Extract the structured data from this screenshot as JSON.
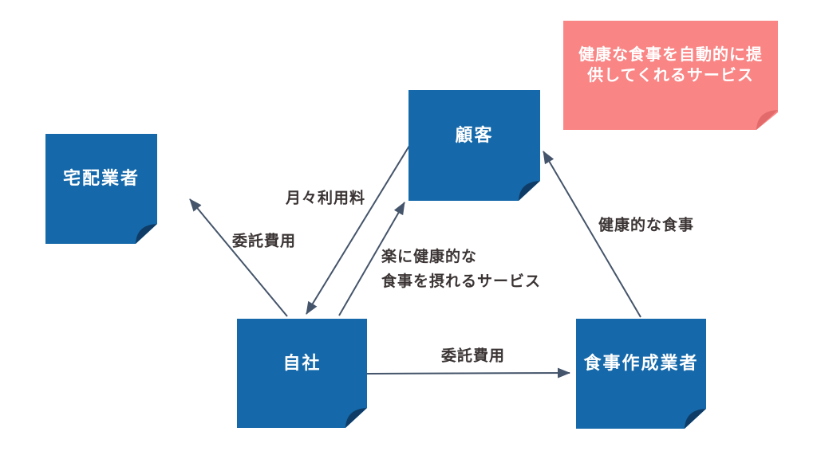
{
  "colors": {
    "bg": "#ffffff",
    "node_fill": "#1568A9",
    "node_fold": "#0E3C66",
    "note_fill": "#FA8585",
    "note_fold": "#E26A6A",
    "arrow": "#44546A",
    "label_text": "#3B3434",
    "node_text": "#FFFFFF"
  },
  "nodes": [
    {
      "id": "delivery-company",
      "label": "宅配業者"
    },
    {
      "id": "customer",
      "label": "顧客"
    },
    {
      "id": "own-company",
      "label": "自社"
    },
    {
      "id": "meal-maker",
      "label": "食事作成業者"
    }
  ],
  "note": {
    "lines": [
      "健康な食事を自動的に提",
      "供してくれるサービス"
    ]
  },
  "edges": [
    {
      "from": "own-company",
      "to": "delivery-company",
      "label": "委託費用"
    },
    {
      "from": "customer",
      "to": "own-company",
      "label": "月々利用料"
    },
    {
      "from": "own-company",
      "to": "customer",
      "label_lines": [
        "楽に健康的な",
        "食事を摂れるサービス"
      ]
    },
    {
      "from": "own-company",
      "to": "meal-maker",
      "label": "委託費用"
    },
    {
      "from": "meal-maker",
      "to": "customer",
      "label": "健康的な食事"
    }
  ]
}
